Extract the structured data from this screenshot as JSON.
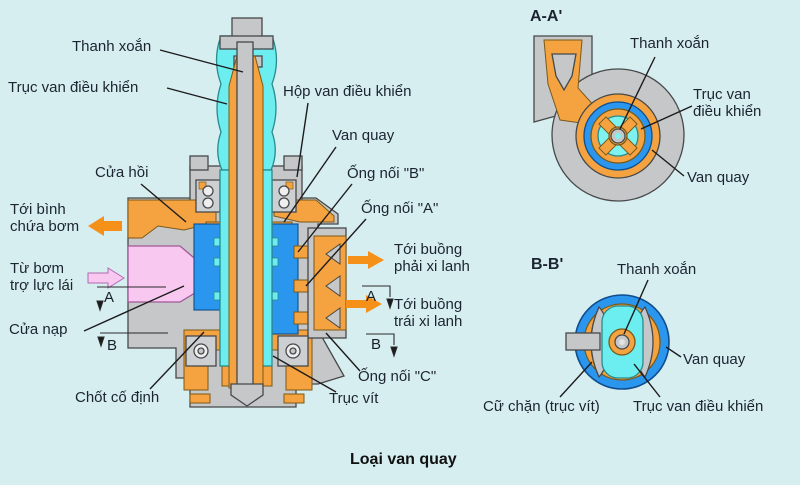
{
  "colors": {
    "background": "#d7eef1",
    "housing_gray": "#c5c7c9",
    "passage_orange": "#f5a340",
    "valve_blue": "#2b96ee",
    "sleeve_cyan": "#6ceef0",
    "inlet_pink": "#f8c8f0",
    "label_text": "#1b2430"
  },
  "caption": "Loại van quay",
  "main": {
    "labels": {
      "thanh_xoan": "Thanh xoắn",
      "truc_van_dieu_khien": "Trục van điều khiển",
      "hop_van_dieu_khien": "Hộp van điều khiển",
      "van_quay": "Van quay",
      "cua_hoi": "Cửa hồi",
      "ong_noi_b": "Ống nối \"B\"",
      "ong_noi_a": "Ống nối \"A\"",
      "toi_binh_chua_bom": "Tới bình\nchứa bơm",
      "tu_bom_tro_luc_lai": "Từ bơm\ntrợ lực lái",
      "cua_nap": "Cửa nạp",
      "chot_co_dinh": "Chốt cố định",
      "ong_noi_c": "Ống nối \"C\"",
      "truc_vit": "Trục vít",
      "toi_buong_phai_xi_lanh": "Tới buồng\nphải xi lanh",
      "toi_buong_trai_xi_lanh": "Tới buồng\ntrái xi lanh"
    },
    "section_markers": {
      "left_a": "A",
      "left_b": "B",
      "right_a": "A",
      "right_b": "B"
    }
  },
  "section_aa": {
    "title": "A-A'",
    "labels": {
      "thanh_xoan": "Thanh xoắn",
      "truc_van_dieu_khien": "Trục van\nđiều khiển",
      "van_quay": "Van quay"
    }
  },
  "section_bb": {
    "title": "B-B'",
    "labels": {
      "thanh_xoan": "Thanh xoắn",
      "van_quay": "Van quay",
      "cu_chan": "Cữ chặn (trục vít)",
      "truc_van_dieu_khien": "Trục van điều khiển"
    }
  }
}
